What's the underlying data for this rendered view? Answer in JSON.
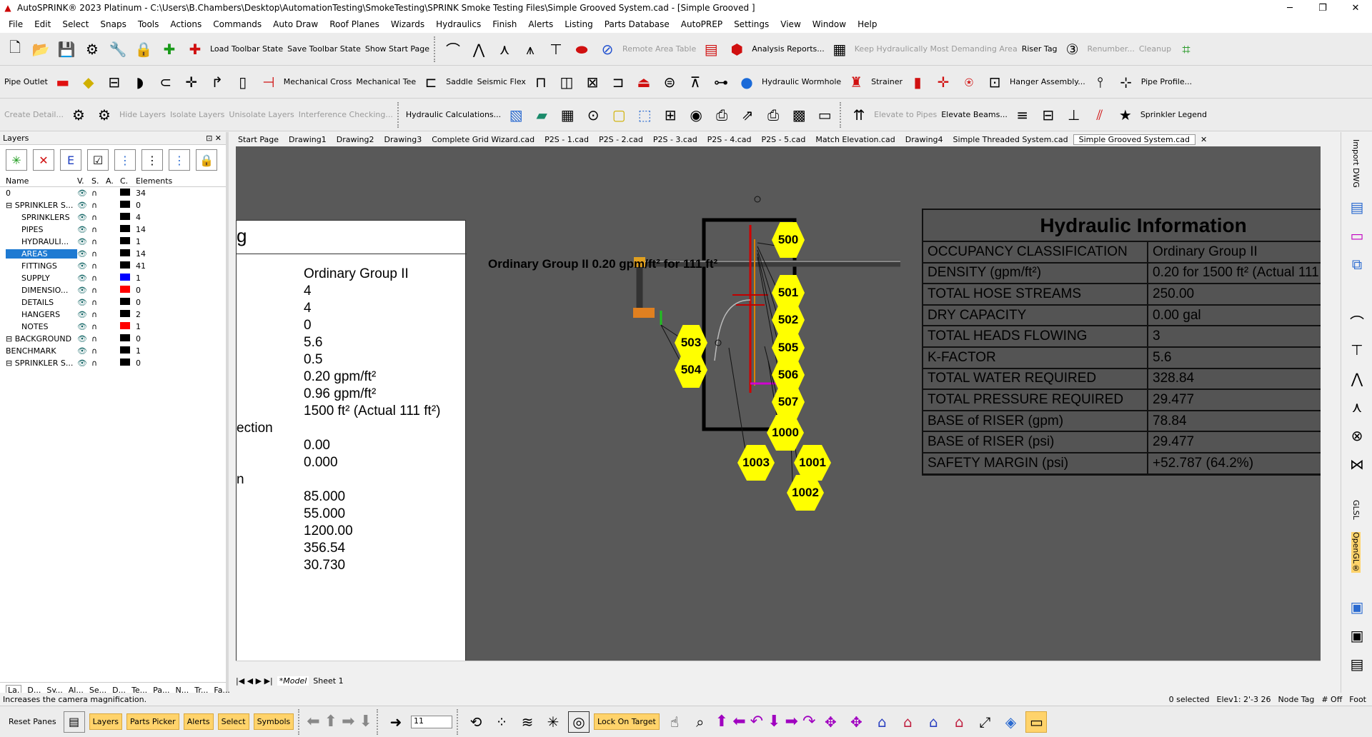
{
  "window": {
    "title": "AutoSPRINK® 2023 Platinum - C:\\Users\\B.Chambers\\Desktop\\AutomationTesting\\SmokeTesting\\SPRINK Smoke Testing Files\\Simple Grooved System.cad - [Simple Grooved ]",
    "minimize": "─",
    "restore": "❐",
    "close": "✕"
  },
  "menu": [
    "File",
    "Edit",
    "Select",
    "Snaps",
    "Tools",
    "Actions",
    "Commands",
    "Auto Draw",
    "Roof Planes",
    "Wizards",
    "Hydraulics",
    "Finish",
    "Alerts",
    "Listing",
    "Parts Database",
    "AutoPREP",
    "Settings",
    "View",
    "Window",
    "Help"
  ],
  "toolbar1": {
    "load": "Load Toolbar State",
    "save": "Save Toolbar State",
    "start": "Show Start Page",
    "remote": "Remote Area Table",
    "analysis": "Analysis Reports...",
    "keep": "Keep Hydraulically Most Demanding Area",
    "riser": "Riser Tag",
    "renumber": "Renumber...",
    "cleanup": "Cleanup"
  },
  "toolbar2": {
    "pipe_outlet": "Pipe Outlet",
    "mech_cross": "Mechanical Cross",
    "mech_tee": "Mechanical Tee",
    "saddle": "Saddle",
    "seismic": "Seismic Flex",
    "wormhole": "Hydraulic Wormhole",
    "strainer": "Strainer",
    "hanger": "Hanger Assembly...",
    "pipe_profile": "Pipe Profile..."
  },
  "toolbar3": {
    "create_detail": "Create Detail...",
    "hide_layers": "Hide Layers",
    "isolate_layers": "Isolate Layers",
    "unisolate_layers": "Unisolate Layers",
    "interference": "Interference Checking...",
    "hyd_calc": "Hydraulic Calculations...",
    "elevate": "Elevate to Pipes",
    "elevate_beams": "Elevate Beams...",
    "legend": "Sprinkler Legend"
  },
  "layers": {
    "title": "Layers",
    "pin": "⊡ ✕",
    "cols": [
      "Name",
      "V.",
      "S.",
      "A.",
      "C.",
      "Elements"
    ],
    "rows": [
      {
        "name": "0",
        "count": "34",
        "color": "#000000"
      },
      {
        "name": "SPRINKLER S...",
        "count": "0",
        "color": "#000000"
      },
      {
        "name": "SPRINKLERS",
        "count": "4",
        "color": "#000000"
      },
      {
        "name": "PIPES",
        "count": "14",
        "color": "#000000"
      },
      {
        "name": "HYDRAULI...",
        "count": "1",
        "color": "#000000"
      },
      {
        "name": "AREAS",
        "count": "14",
        "color": "#000000"
      },
      {
        "name": "FITTINGS",
        "count": "41",
        "color": "#000000"
      },
      {
        "name": "SUPPLY",
        "count": "1",
        "color": "#0000ff"
      },
      {
        "name": "DIMENSIO...",
        "count": "0",
        "color": "#ff0000"
      },
      {
        "name": "DETAILS",
        "count": "0",
        "color": "#000000"
      },
      {
        "name": "HANGERS",
        "count": "2",
        "color": "#000000"
      },
      {
        "name": "NOTES",
        "count": "1",
        "color": "#ff0000"
      },
      {
        "name": "BACKGROUND",
        "count": "0",
        "color": "#000000"
      },
      {
        "name": "BENCHMARK",
        "count": "1",
        "color": "#000000"
      },
      {
        "name": "SPRINKLER S...",
        "count": "0",
        "color": "#000000"
      }
    ],
    "foot": [
      "La.",
      "D...",
      "Sy...",
      "Al...",
      "Se...",
      "D...",
      "Te...",
      "Pa...",
      "N...",
      "Tr...",
      "Fa..."
    ]
  },
  "doctabs": [
    "Start Page",
    "Drawing1",
    "Drawing2",
    "Drawing3",
    "Complete Grid Wizard.cad",
    "P2S - 1.cad",
    "P2S - 2.cad",
    "P2S - 3.cad",
    "P2S - 4.cad",
    "P2S - 5.cad",
    "Match Elevation.cad",
    "Drawing4",
    "Simple Threaded System.cad",
    "Simple Grooved System.cad"
  ],
  "report": {
    "title": "g",
    "values": [
      "Ordinary Group II",
      "4",
      "4",
      "0",
      "5.6",
      "0.5",
      "0.20 gpm/ft²",
      "0.96 gpm/ft²",
      "1500 ft² (Actual 111 ft²)",
      "0.00",
      "0.000",
      "85.000",
      "55.000",
      "1200.00",
      "356.54",
      "30.730"
    ],
    "labels": [
      "ection",
      "n"
    ]
  },
  "hyd": {
    "title": "Hydraulic Information",
    "rows": [
      [
        "OCCUPANCY CLASSIFICATION",
        "Ordinary Group II"
      ],
      [
        "DENSITY (gpm/ft²)",
        "0.20 for 1500 ft² (Actual 111"
      ],
      [
        "TOTAL HOSE STREAMS",
        "250.00"
      ],
      [
        "DRY CAPACITY",
        "0.00 gal"
      ],
      [
        "TOTAL HEADS FLOWING",
        "3"
      ],
      [
        "K-FACTOR",
        "5.6"
      ],
      [
        "TOTAL WATER REQUIRED",
        "328.84"
      ],
      [
        "TOTAL PRESSURE REQUIRED",
        "29.477"
      ],
      [
        "BASE of RISER (gpm)",
        "78.84"
      ],
      [
        "BASE of RISER (psi)",
        "29.477"
      ],
      [
        "SAFETY MARGIN (psi)",
        "+52.787 (64.2%)"
      ]
    ]
  },
  "overlay_text": "Ordinary Group II 0.20 gpm/ft² for 111 ft²",
  "nodes": [
    "500",
    "501",
    "502",
    "503",
    "504",
    "505",
    "506",
    "507",
    "1000",
    "1001",
    "1002",
    "1003"
  ],
  "modeltabs": {
    "model": "*Model",
    "sheet": "Sheet 1"
  },
  "status": {
    "hint": "Increases the camera magnification.",
    "selected": "0 selected",
    "elev": "Elev1: 2'-3 26",
    "node_tag": "Node Tag",
    "off": "# Off",
    "foot": "Foot"
  },
  "bottom": {
    "reset": "Reset Panes",
    "layers": "Layers",
    "parts": "Parts Picker",
    "alerts": "Alerts",
    "select": "Select",
    "symbols": "Symbols",
    "input": "11",
    "lock": "Lock On Target"
  },
  "right": {
    "import": "Import DWG",
    "glsl": "GLSL",
    "opengl": "OpenGL®"
  }
}
